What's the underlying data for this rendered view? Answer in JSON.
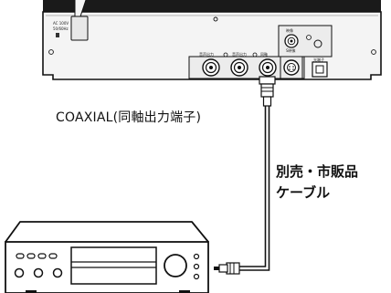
{
  "captions": {
    "coaxial": "COAXIAL(同軸出力端子)",
    "cable_line1": "別売・市販品",
    "cable_line2": "ケーブル"
  },
  "player_panel": {
    "power_label_line1": "AC 100V",
    "power_label_line2": "50/60Hz",
    "jack_labels": [
      "音声出力",
      "音声出力",
      "同軸"
    ],
    "video_labels": [
      "映像",
      "S映像"
    ],
    "optical_label": "光端子"
  },
  "colors": {
    "line": "#111111",
    "panel_fill": "#f4f4f4",
    "background": "#ffffff"
  }
}
